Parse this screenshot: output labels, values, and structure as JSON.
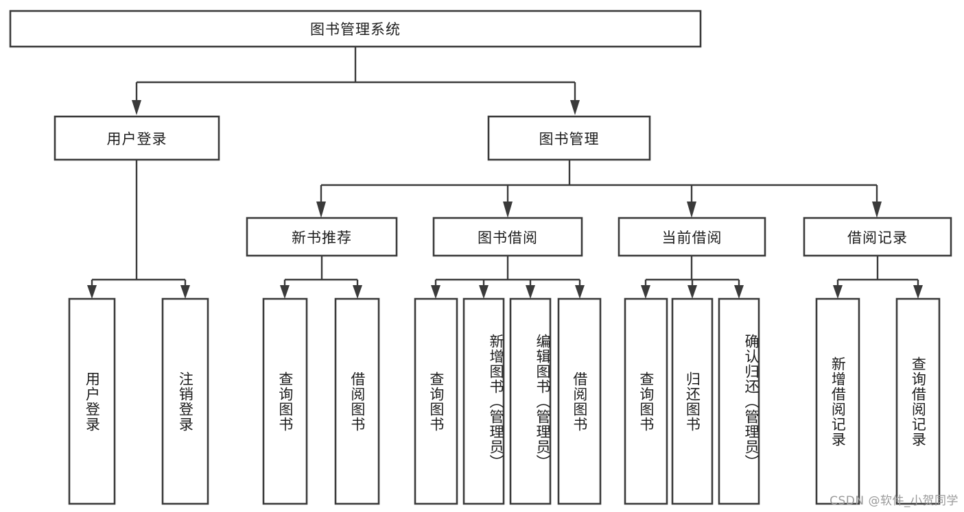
{
  "diagram": {
    "type": "tree",
    "title": "图书管理系统",
    "watermark": "CSDN @软件_小贺同学",
    "colors": {
      "box_stroke": "#3a3a3a",
      "box_fill": "#ffffff",
      "text": "#1c1c1c",
      "background": "#ffffff",
      "watermark": "#9a9a9a"
    },
    "levels": {
      "root": {
        "label": "图书管理系统"
      },
      "level2": [
        {
          "label": "用户登录"
        },
        {
          "label": "图书管理"
        }
      ],
      "level3": [
        {
          "label": "新书推荐"
        },
        {
          "label": "图书借阅"
        },
        {
          "label": "当前借阅"
        },
        {
          "label": "借阅记录"
        }
      ],
      "level4": [
        {
          "label": "用户登录",
          "parent": "用户登录"
        },
        {
          "label": "注销登录",
          "parent": "用户登录"
        },
        {
          "label": "查询图书",
          "parent": "新书推荐"
        },
        {
          "label": "借阅图书",
          "parent": "新书推荐"
        },
        {
          "label": "查询图书",
          "parent": "图书借阅"
        },
        {
          "label": "新增图书（管理员）",
          "parent": "图书借阅"
        },
        {
          "label": "编辑图书（管理员）",
          "parent": "图书借阅"
        },
        {
          "label": "借阅图书",
          "parent": "图书借阅"
        },
        {
          "label": "查询图书",
          "parent": "当前借阅"
        },
        {
          "label": "归还图书",
          "parent": "当前借阅"
        },
        {
          "label": "确认归还（管理员）",
          "parent": "当前借阅"
        },
        {
          "label": "新增借阅记录",
          "parent": "借阅记录"
        },
        {
          "label": "查询借阅记录",
          "parent": "借阅记录"
        }
      ]
    }
  }
}
